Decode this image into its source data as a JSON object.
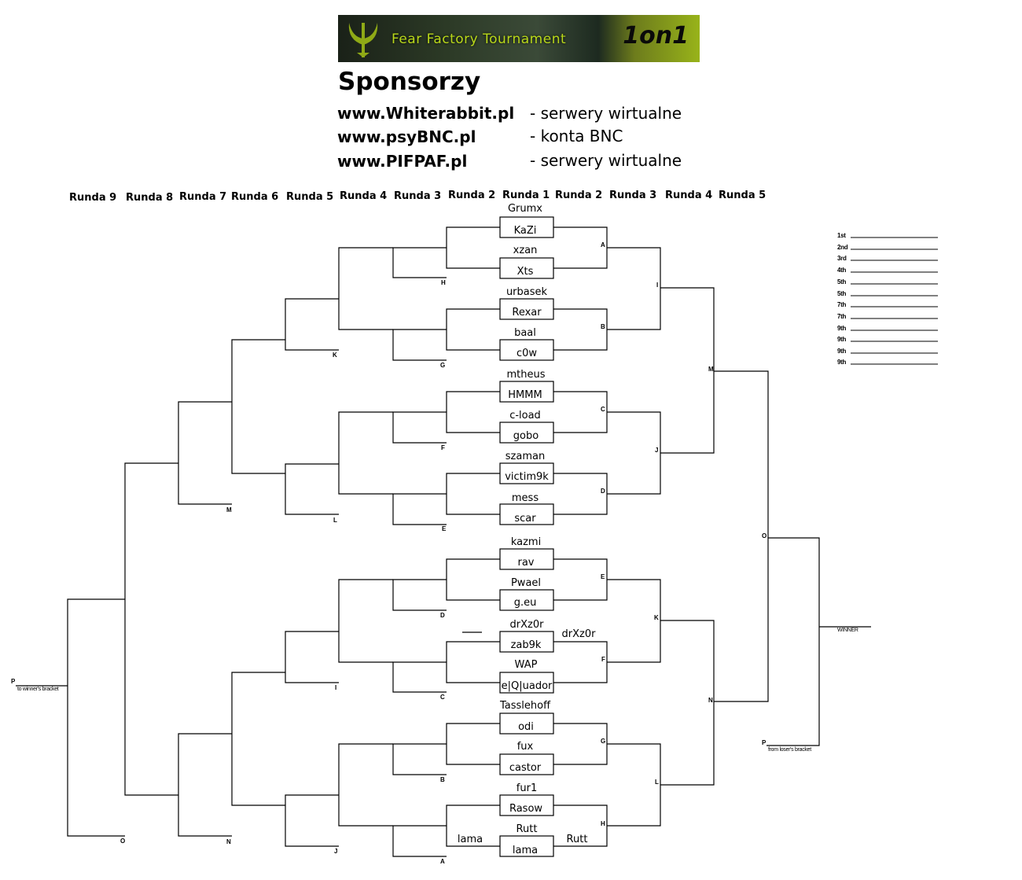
{
  "banner": {
    "text": "Fear Factory Tournament",
    "tag": "1on1"
  },
  "sponsors": {
    "title": "Sponsorzy",
    "items": [
      {
        "url": "www.Whiterabbit.pl",
        "desc": "- serwery wirtualne"
      },
      {
        "url": "www.psyBNC.pl",
        "desc": "- konta BNC"
      },
      {
        "url": "www.PIFPAF.pl",
        "desc": "- serwery wirtualne"
      }
    ]
  },
  "rounds": [
    "Runda 9",
    "Runda 8",
    "Runda 7",
    "Runda 6",
    "Runda 5",
    "Runda 4",
    "Runda 3",
    "Runda 2",
    "Runda 1",
    "Runda 2",
    "Runda 3",
    "Runda 4",
    "Runda 5"
  ],
  "round1_players": [
    "Grumx",
    "KaZi",
    "xzan",
    "Xts",
    "urbasek",
    "Rexar",
    "baal",
    "c0w",
    "mtheus",
    "HMMM",
    "c-load",
    "gobo",
    "szaman",
    "victim9k",
    "mess",
    "scar",
    "kazmi",
    "rav",
    "Pwael",
    "g.eu",
    "drXz0r",
    "zab9k",
    "WAP",
    "e|Q|uador",
    "Tasslehoff",
    "odi",
    "fux",
    "castor",
    "fur1",
    "Rasow",
    "Rutt",
    "lama"
  ],
  "winners": {
    "F_winner": "drXz0r",
    "H_winner": "Rutt",
    "A_loser": "lama"
  },
  "match_labels": {
    "winners": [
      "A",
      "B",
      "C",
      "D",
      "E",
      "F",
      "G",
      "H",
      "I",
      "J",
      "K",
      "L",
      "M",
      "N",
      "O"
    ],
    "losers_r3": [
      "H",
      "G",
      "F",
      "E",
      "D",
      "C",
      "B",
      "A"
    ],
    "losers_r5": [
      "K",
      "L",
      "I",
      "J"
    ],
    "losers_r7": [
      "M",
      "N"
    ],
    "losers_r9": "O",
    "final_p": "P",
    "final_p2": "P"
  },
  "final": {
    "winner_label": "WINNER",
    "to_winners": "to winner's bracket",
    "from_losers": "from loser's bracket"
  },
  "placings": [
    "1st",
    "2nd",
    "3rd",
    "4th",
    "5th",
    "5th",
    "7th",
    "7th",
    "9th",
    "9th",
    "9th",
    "9th"
  ]
}
